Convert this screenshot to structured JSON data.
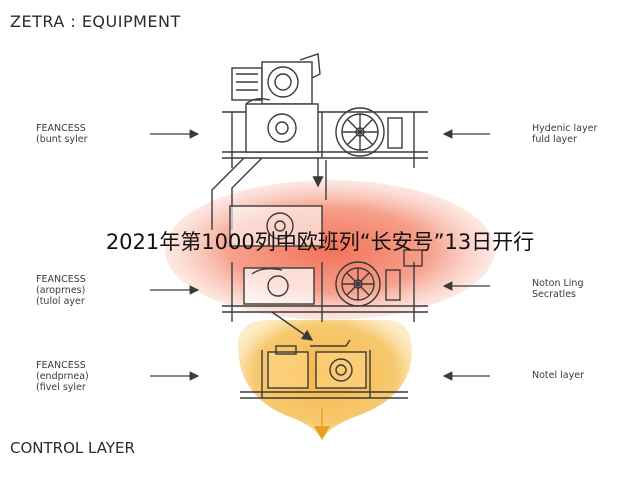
{
  "header": {
    "title": "ZETRA : EQUIPMENT"
  },
  "left_labels": [
    {
      "line1": "FEANCESS",
      "line2": "(bunt syler",
      "line3": ""
    },
    {
      "line1": "FEANCESS",
      "line2": "(aroprnes)",
      "line3": "(tulol ayer"
    },
    {
      "line1": "FEANCESS",
      "line2": "(endprnea)",
      "line3": "(fivel syler"
    }
  ],
  "right_labels": [
    {
      "line1": "Hydenic layer",
      "line2": "fuld layer"
    },
    {
      "line1": "Noton Ling",
      "line2": "Secratles"
    },
    {
      "line1": "Notel layer",
      "line2": ""
    }
  ],
  "footer": {
    "title": "CONTROL LAYER"
  },
  "overlay": {
    "caption": "2021年第1000列中欧班列“长安号”13日开行"
  },
  "colors": {
    "red_glow": "#f06040",
    "orange_glow": "#f5a623",
    "line": "#3a3a3a",
    "arrow_down": "#e8a020"
  }
}
